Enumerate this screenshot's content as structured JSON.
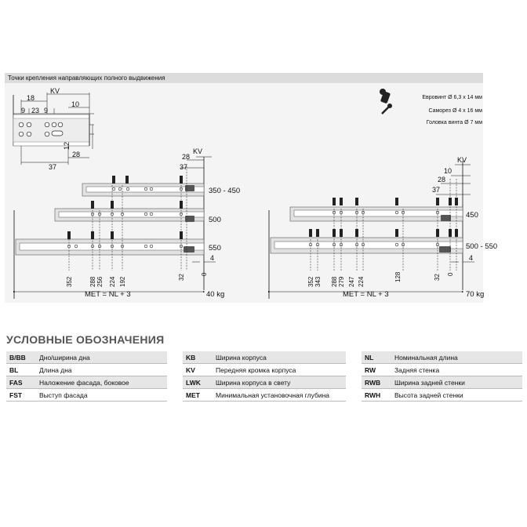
{
  "panel": {
    "title": "Точки крепления направляющих полного выдвижения"
  },
  "screws": [
    {
      "label": "Евровинт Ø 6,3 x 14 мм",
      "icon": "euro-screw-icon"
    },
    {
      "label": "Саморез Ø 4 x 16 мм",
      "icon": "wood-screw-icon"
    },
    {
      "label": "Головка винта Ø 7 мм"
    }
  ],
  "detail": {
    "dims": [
      "18",
      "KV",
      "10",
      "9",
      "23",
      "9",
      "12",
      "37",
      "28"
    ]
  },
  "left_diagram": {
    "top_dims": [
      "28",
      "KV",
      "37"
    ],
    "heights": [
      "350 - 450",
      "500",
      "550"
    ],
    "side_dim": "4",
    "bottom_dims": [
      "352",
      "288",
      "256",
      "224",
      "192",
      "32",
      "0"
    ],
    "met": "MET = NL + 3",
    "load": "40 kg"
  },
  "right_diagram": {
    "top_dims": [
      "KV",
      "10",
      "28",
      "37"
    ],
    "heights": [
      "450",
      "500 - 550"
    ],
    "side_dim": "4",
    "bottom_dims": [
      "352",
      "343",
      "288",
      "279",
      "247",
      "224",
      "128",
      "32",
      "0"
    ],
    "met": "MET = NL + 3",
    "load": "70 kg"
  },
  "legend": {
    "title": "УСЛОВНЫЕ ОБОЗНАЧЕНИЯ",
    "columns": [
      [
        {
          "abbr": "B/BB",
          "text": "Дно/ширина дна"
        },
        {
          "abbr": "BL",
          "text": "Длина дна"
        },
        {
          "abbr": "FAS",
          "text": "Наложение фасада, боковое"
        },
        {
          "abbr": "FST",
          "text": "Выступ фасада"
        }
      ],
      [
        {
          "abbr": "KB",
          "text": "Ширина корпуса"
        },
        {
          "abbr": "KV",
          "text": "Передняя кромка корпуса"
        },
        {
          "abbr": "LWK",
          "text": "Ширина корпуса в свету"
        },
        {
          "abbr": "MET",
          "text": "Минимальная установочная глубина"
        }
      ],
      [
        {
          "abbr": "NL",
          "text": "Номинальная длина"
        },
        {
          "abbr": "RW",
          "text": "Задняя стенка"
        },
        {
          "abbr": "RWB",
          "text": "Ширина задней стенки"
        },
        {
          "abbr": "RWH",
          "text": "Высота задней стенки"
        }
      ]
    ]
  },
  "colors": {
    "panel_bg": "#f4f4f4",
    "header_bg": "#dcdcdc",
    "screw_marker": "#222222",
    "runner": "#dddddd"
  }
}
